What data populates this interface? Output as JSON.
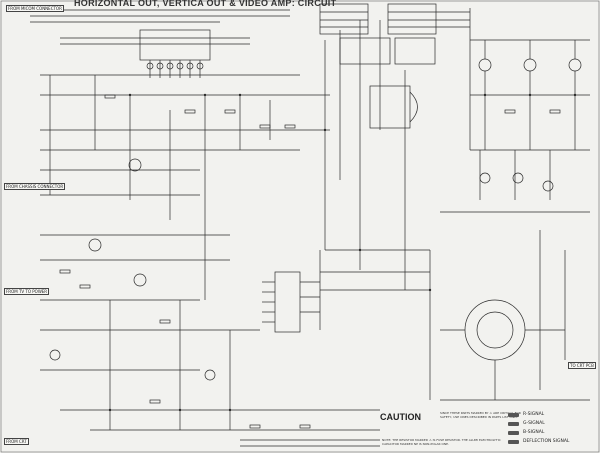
{
  "title": "HORIZONTAL OUT, VERTICA OUT & VIDEO AMP: CIRCUIT",
  "connector_tags": {
    "top_left": "FROM MICOM CONNECTOR",
    "mid_left": "FROM CHASSIS CONNECTOR",
    "low_left": "FROM TV TO POWER",
    "bottom_left": "FROM CRT",
    "bottom_right": "TO CRT PCB"
  },
  "caution": {
    "heading": "CAUTION",
    "text": "SINCE THESE PARTS MARKED BY ⚠ ARE CRITICAL FOR SAFETY, USE ONES DESCRIBED IN PARTS LIST ONLY."
  },
  "note": "NOTE: THE RESISTOR MARKED ⚠ IS FUSE RESISTOR. THE ALUMI ELECTROLYTIC CAPACITOR MARKED NP IS NON-POLAR ONE.",
  "legend": [
    {
      "label": "R-SIGNAL"
    },
    {
      "label": "G-SIGNAL"
    },
    {
      "label": "B-SIGNAL"
    },
    {
      "label": "DEFLECTION SIGNAL"
    }
  ]
}
